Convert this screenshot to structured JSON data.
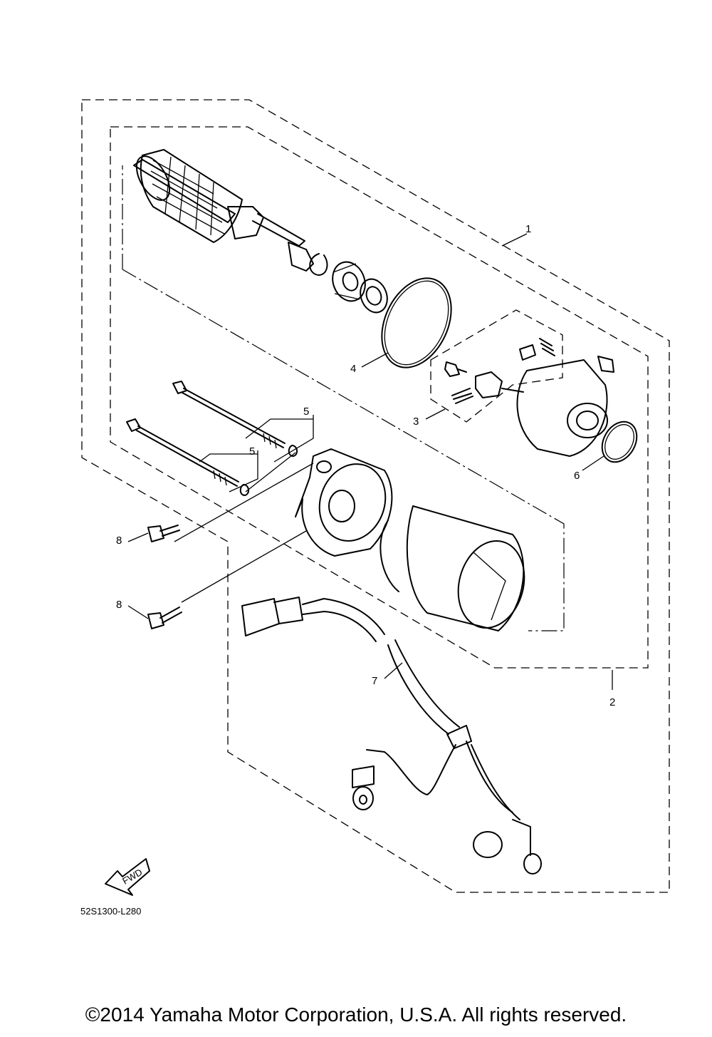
{
  "diagram": {
    "callouts": {
      "c1": "1",
      "c2": "2",
      "c3": "3",
      "c4": "4",
      "c5a": "5",
      "c5b": "5",
      "c6": "6",
      "c7": "7",
      "c8a": "8",
      "c8b": "8"
    },
    "fwd_label": "FWD",
    "drawing_code": "52S1300-L280"
  },
  "footer": {
    "copyright": "©2014 Yamaha Motor Corporation, U.S.A. All rights reserved."
  }
}
